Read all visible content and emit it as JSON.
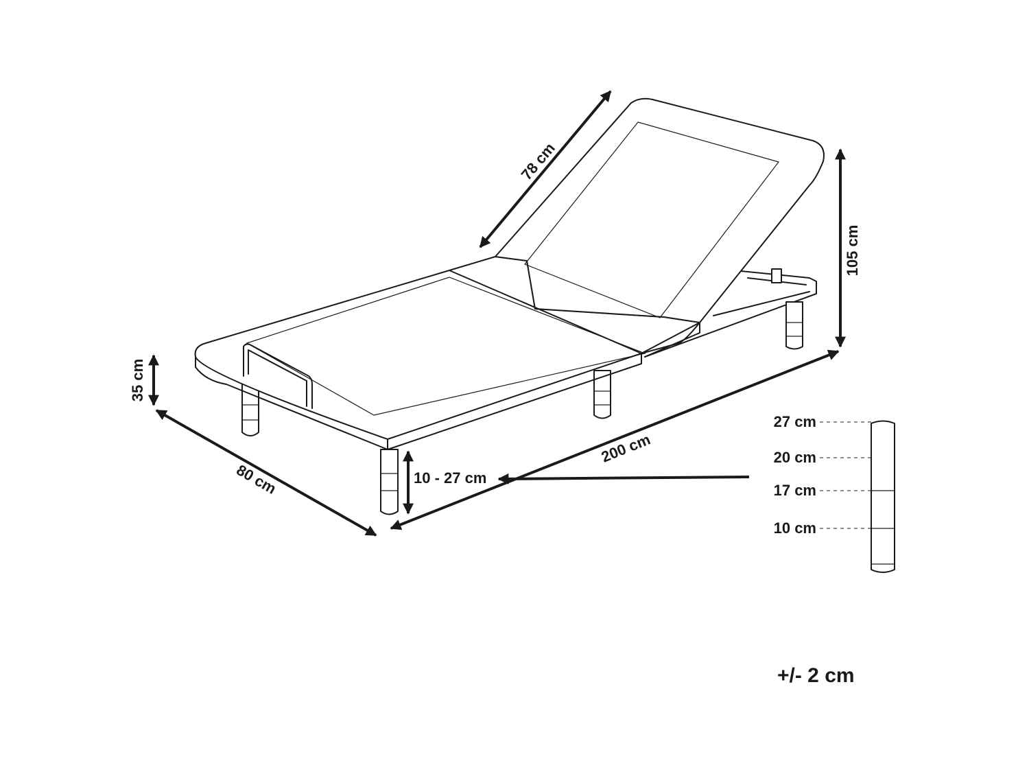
{
  "dimensions": {
    "backrest_length": "78 cm",
    "total_height": "105 cm",
    "frame_height": "35 cm",
    "width": "80 cm",
    "length": "200 cm",
    "leg_height_range": "10 - 27 cm"
  },
  "leg_scale": {
    "levels": [
      "27 cm",
      "20 cm",
      "17 cm",
      "10 cm"
    ]
  },
  "tolerance": "+/- 2 cm"
}
